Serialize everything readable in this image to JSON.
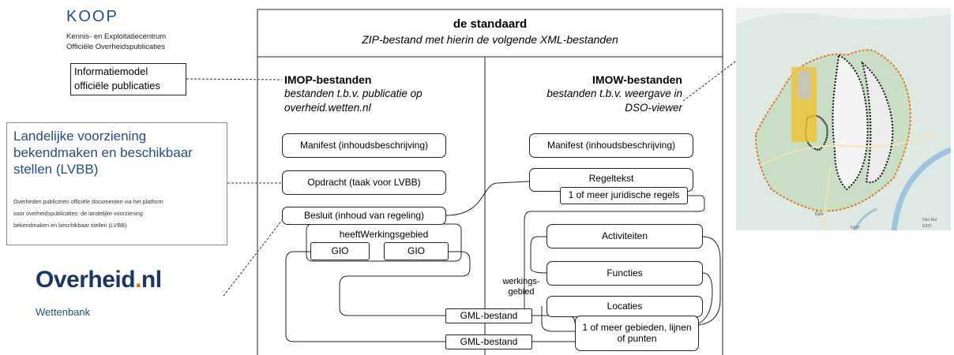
{
  "koop": {
    "title": "KOOP",
    "subtitle_line1": "Kennis- en Exploitatiecentrum",
    "subtitle_line2": "Officiële Overheidspublicaties"
  },
  "info_model": {
    "line1": "Informatiemodel",
    "line2": "officiële publicaties"
  },
  "lvbb": {
    "title_line1": "Landelijke voorziening",
    "title_line2": "bekendmaken en beschikbaar",
    "title_line3": "stellen (LVBB)",
    "text_line1": "Overheden publiceren officiële documenten via het platform",
    "text_line2": "voor overheidspublicaties: de landelijke voorziening",
    "text_line3": "bekendmaken en beschikbaar stellen (LVBB)."
  },
  "overheid": {
    "logo_part1": "Overheid",
    "logo_dot": ".",
    "logo_part2": "nl",
    "sub": "Wettenbank"
  },
  "standaard": {
    "title": "de standaard",
    "subtitle": "ZIP-bestand met hierin de volgende XML-bestanden"
  },
  "imop": {
    "title": "IMOP-bestanden",
    "sub_line1": "bestanden t.b.v. publicatie op",
    "sub_line2": "overheid.wetten.nl",
    "manifest": "Manifest (inhoudsbeschrijving)",
    "opdracht": "Opdracht (taak voor LVBB)",
    "besluit": "Besluit (inhoud van regeling)",
    "werkingsgebied": "heeftWerkingsgebied",
    "gio1": "GIO",
    "gio2": "GIO"
  },
  "imow": {
    "title": "IMOW-bestanden",
    "sub_line1": "bestanden t.b.v. weergave in",
    "sub_line2": "DSO-viewer",
    "manifest": "Manifest (inhoudsbeschrijving)",
    "regeltekst": "Regeltekst",
    "juridische_regels": "1 of meer juridische regels",
    "activiteiten": "Activiteiten",
    "functies": "Functies",
    "locaties": "Locaties",
    "werkingsgebied_line1": "werkings-",
    "werkingsgebied_line2": "gebied",
    "gebieden_line1": "1 of meer gebieden, lijnen",
    "gebieden_line2": "of punten"
  },
  "gml": {
    "file1": "GML-bestand",
    "file2": "GML-bestand"
  },
  "map": {
    "label1": "Epe",
    "label2": "N337",
    "label3": "Den Nul",
    "label4": "N337"
  },
  "colors": {
    "accent_blue": "#1f4e8c",
    "logo_navy": "#1a3568",
    "logo_orange": "#e17000",
    "map_boundary": "#e07b24"
  }
}
